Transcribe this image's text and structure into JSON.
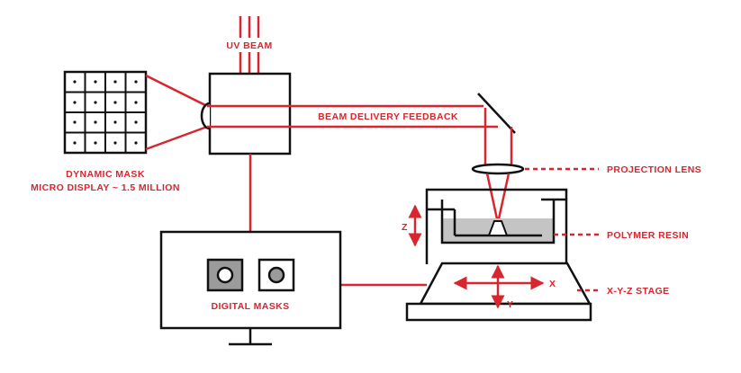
{
  "labels": {
    "uv_beam": "UV BEAM",
    "beam_delivery_feedback": "BEAM DELIVERY FEEDBACK",
    "dynamic_mask_line1": "DYNAMIC MASK",
    "dynamic_mask_line2": "MICRO DISPLAY ~ 1.5 MILLION",
    "projection_lens": "PROJECTION LENS",
    "polymer_resin": "POLYMER RESIN",
    "xyz_stage": "X-Y-Z STAGE",
    "digital_masks": "DIGITAL MASKS",
    "axis_z": "Z",
    "axis_x": "X",
    "axis_y": "Y"
  },
  "colors": {
    "red": "#d7262f",
    "black": "#111111",
    "resin": "#c4c4c4",
    "mask_fill": "#9b9b9b"
  }
}
